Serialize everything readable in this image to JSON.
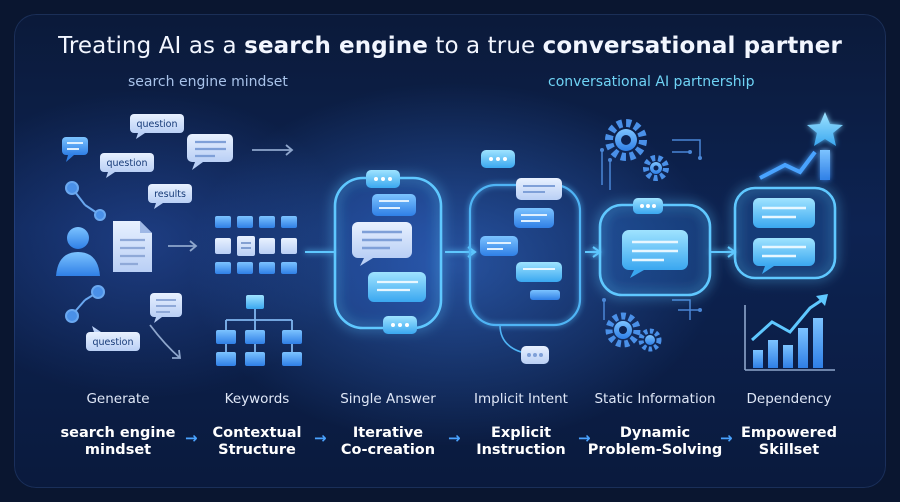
{
  "title": {
    "prefix": "Treating AI as a ",
    "bold1": "search engine",
    "middle": " to a true ",
    "bold2": "conversational partner"
  },
  "subtitles": {
    "left": "search engine mindset",
    "right": "conversational AI partnership"
  },
  "bubble_labels": {
    "q1": "question",
    "q2": "question",
    "results": "results",
    "q3": "question"
  },
  "columns": [
    {
      "top": "Generate",
      "bottom": [
        "search engine",
        "mindset"
      ]
    },
    {
      "top": "Keywords",
      "bottom": [
        "Contextual",
        "Structure"
      ]
    },
    {
      "top": "Single Answer",
      "bottom": [
        "Iterative",
        "Co-creation"
      ]
    },
    {
      "top": "Implicit Intent",
      "bottom": [
        "Explicit",
        "Instruction"
      ]
    },
    {
      "top": "Static Information",
      "bottom": [
        "Dynamic",
        "Problem-Solving"
      ]
    },
    {
      "top": "Dependency",
      "bottom": [
        "Empowered",
        "Skillset"
      ]
    }
  ],
  "arrow_glyph": "→",
  "colors": {
    "accent": "#4aa3ff",
    "glow": "#5fc8ff",
    "bubble": "#dbe8ff",
    "background": "#0d2352"
  },
  "icons": [
    "question-bubble-icon",
    "user-icon",
    "document-icon",
    "grid-icon",
    "hierarchy-icon",
    "chat-bubble-icon",
    "gear-icon",
    "star-icon",
    "trend-chart-icon"
  ]
}
